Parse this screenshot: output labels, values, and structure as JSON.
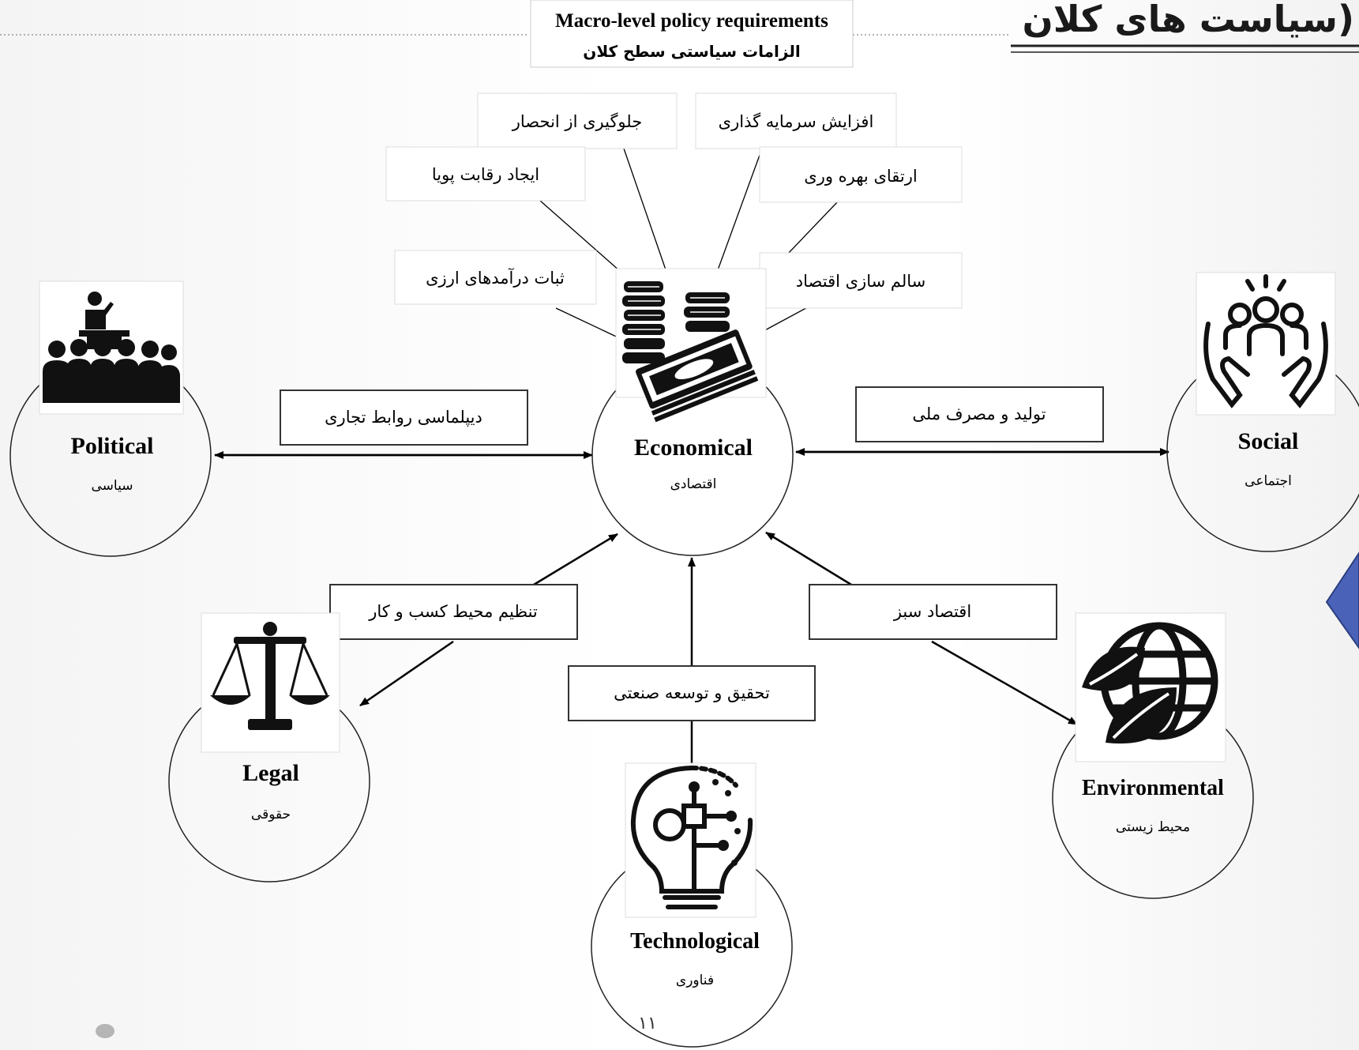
{
  "slide": {
    "title": "سیاست های کلان)",
    "page_number": "۱۱"
  },
  "header": {
    "en": "Macro-level policy requirements",
    "fa": "الزامات سیاستی سطح کلان"
  },
  "economic_requirements": [
    "جلوگیری از انحصار",
    "افزایش سرمایه گذاری",
    "ایجاد رقابت پویا",
    "ارتقای بهره وری",
    "ثبات درآمدهای ارزی",
    "سالم سازی اقتصاد"
  ],
  "nodes": {
    "economical": {
      "en": "Economical",
      "fa": "اقتصادی"
    },
    "political": {
      "en": "Political",
      "fa": "سیاسی"
    },
    "social": {
      "en": "Social",
      "fa": "اجتماعی"
    },
    "legal": {
      "en": "Legal",
      "fa": "حقوقی"
    },
    "environmental": {
      "en": "Environmental",
      "fa": "محیط زیستی"
    },
    "technological": {
      "en": "Technological",
      "fa": "فناوری"
    }
  },
  "links": {
    "political": "دیپلماسی روابط تجاری",
    "social": "تولید و مصرف ملی",
    "legal": "تنظیم محیط کسب و کار",
    "environmental": "اقتصاد سبز",
    "technological": "تحقیق و توسعه صنعتی"
  },
  "icons": {
    "economical": "coins-and-cash-icon",
    "political": "speaker-audience-icon",
    "social": "hands-holding-people-icon",
    "legal": "scales-icon",
    "environmental": "leaf-globe-icon",
    "technological": "lightbulb-circuit-icon"
  }
}
